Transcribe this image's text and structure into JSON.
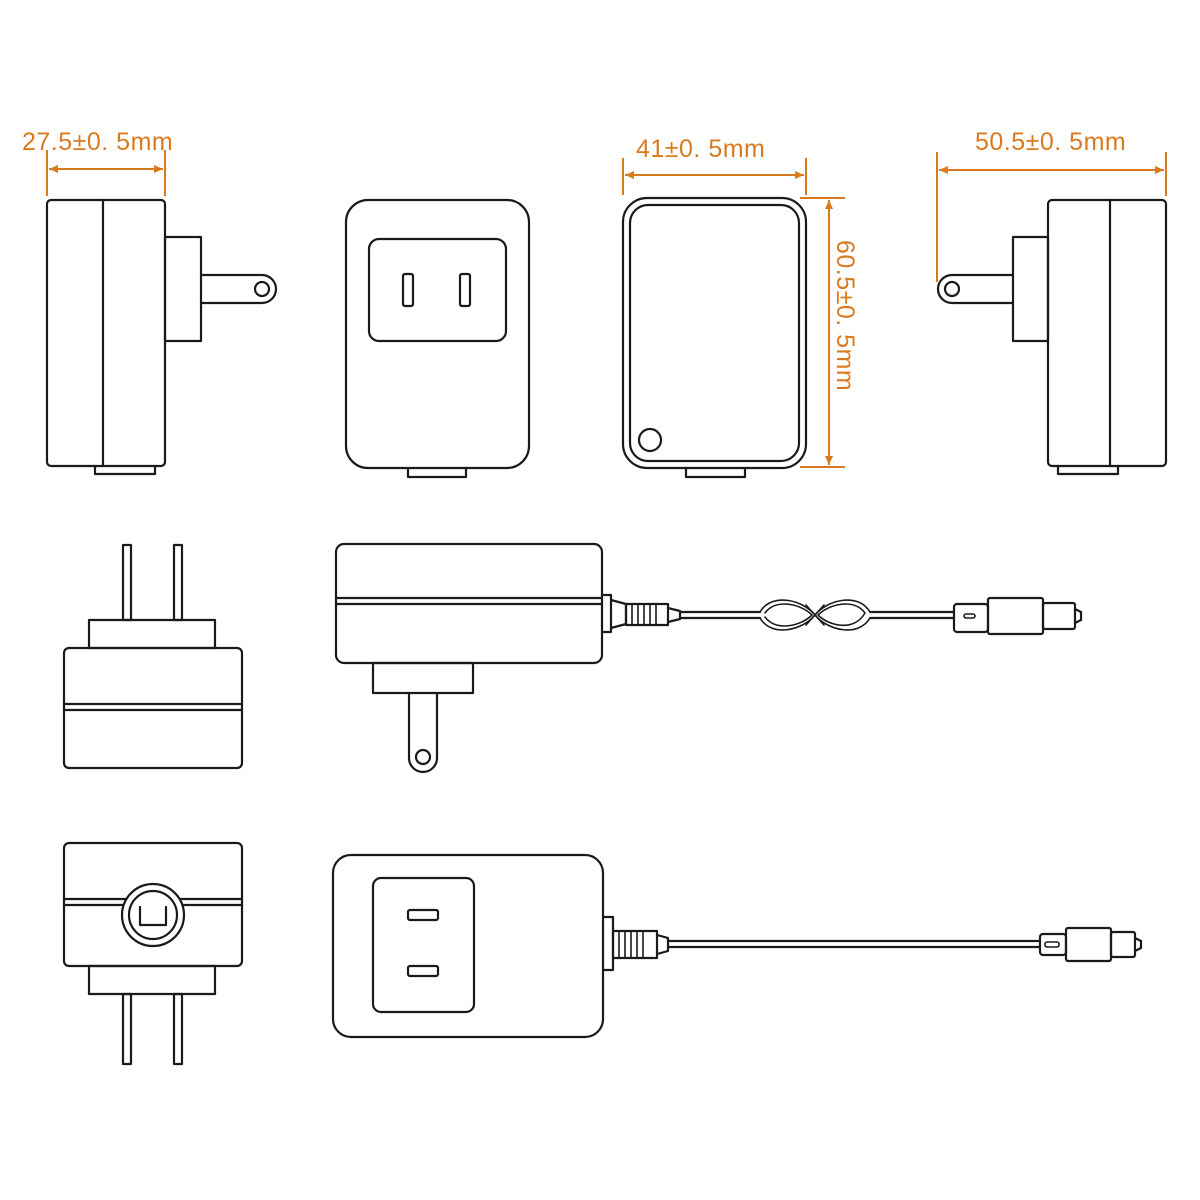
{
  "dimensions": {
    "depth_plug_side": "27.5±0. 5mm",
    "width_back": "41±0. 5mm",
    "height_back": "60.5±0. 5mm",
    "depth_total": "50.5±0. 5mm"
  },
  "colors": {
    "dimension": "#d97a1f",
    "outline": "#1a1a1a"
  }
}
